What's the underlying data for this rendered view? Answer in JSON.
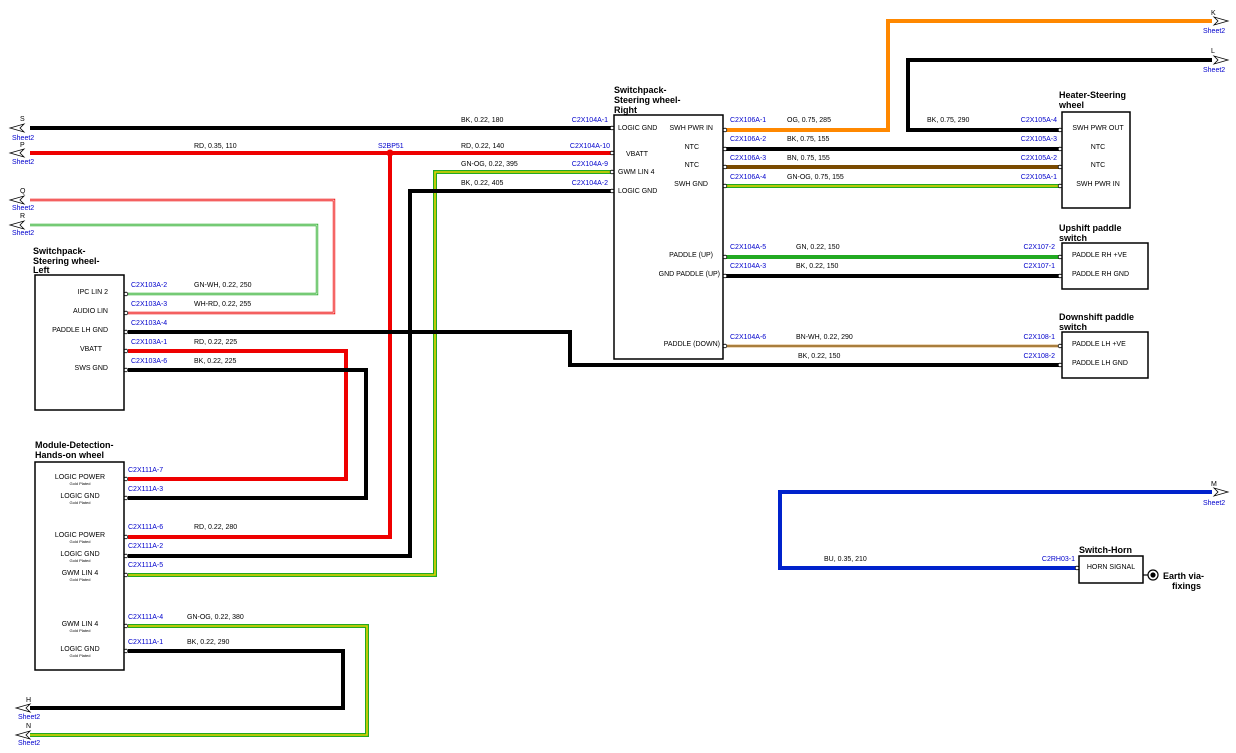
{
  "colors": {
    "black": "#000000",
    "red": "#ee0000",
    "orange": "#ff8800",
    "brown": "#7a4a00",
    "green": "#22aa22",
    "yellow": "#e6d200",
    "blue": "#0022cc",
    "tan": "#d8b27a",
    "white": "#ffffff",
    "label_blue": "#0000cc"
  },
  "components": {
    "sp_right": {
      "title_lines": [
        "Switchpack-",
        "Steering wheel-",
        "Right"
      ],
      "pins": [
        "LOGIC GND",
        "VBATT",
        "GWM LIN 4",
        "LOGIC GND",
        "SWH PWR IN",
        "NTC",
        "NTC",
        "SWH GND",
        "PADDLE (UP)",
        "GND PADDLE (UP)",
        "PADDLE (DOWN)"
      ]
    },
    "heater": {
      "title_lines": [
        "Heater-Steering",
        "wheel"
      ],
      "pins": [
        "SWH PWR OUT",
        "NTC",
        "NTC",
        "SWH PWR IN"
      ]
    },
    "upshift": {
      "title_lines": [
        "Upshift paddle",
        "switch"
      ],
      "pins": [
        "PADDLE RH +VE",
        "PADDLE RH GND"
      ]
    },
    "downshift": {
      "title_lines": [
        "Downshift paddle",
        "switch"
      ],
      "pins": [
        "PADDLE LH +VE",
        "PADDLE LH GND"
      ]
    },
    "sp_left": {
      "title_lines": [
        "Switchpack-",
        "Steering wheel-",
        "Left"
      ],
      "pins": [
        "IPC LIN 2",
        "AUDIO LIN",
        "PADDLE LH GND",
        "VBATT",
        "SWS GND"
      ]
    },
    "module": {
      "title_lines": [
        "Module-Detection-",
        "Hands-on wheel"
      ],
      "pins": [
        "LOGIC POWER",
        "LOGIC GND",
        "LOGIC POWER",
        "LOGIC GND",
        "GWM LIN 4",
        "GWM LIN 4",
        "LOGIC GND"
      ],
      "gold": "Gold Plated"
    },
    "horn": {
      "title": "Switch-Horn",
      "pin": "HORN SIGNAL",
      "earth_lines": [
        "Earth via-",
        "fixings"
      ]
    }
  },
  "offsheet": {
    "sheet": "Sheet2",
    "letters": [
      "S",
      "P",
      "Q",
      "R",
      "K",
      "L",
      "M",
      "H",
      "N"
    ]
  },
  "splice": "S2BP51",
  "connectors": {
    "c2x104a_1": "C2X104A-1",
    "c2x104a_10": "C2X104A-10",
    "c2x104a_9": "C2X104A-9",
    "c2x104a_2": "C2X104A-2",
    "c2x106a_1": "C2X106A-1",
    "c2x106a_2": "C2X106A-2",
    "c2x106a_3": "C2X106A-3",
    "c2x106a_4": "C2X106A-4",
    "c2x105a_4": "C2X105A-4",
    "c2x105a_3": "C2X105A-3",
    "c2x105a_2": "C2X105A-2",
    "c2x105a_1": "C2X105A-1",
    "c2x104a_5": "C2X104A-5",
    "c2x104a_3": "C2X104A-3",
    "c2x104a_6": "C2X104A-6",
    "c2x107_2": "C2X107-2",
    "c2x107_1": "C2X107-1",
    "c2x108_1": "C2X108-1",
    "c2x108_2": "C2X108-2",
    "c2x103a_2": "C2X103A-2",
    "c2x103a_3": "C2X103A-3",
    "c2x103a_4": "C2X103A-4",
    "c2x103a_1": "C2X103A-1",
    "c2x103a_6": "C2X103A-6",
    "c2x111a_7": "C2X111A-7",
    "c2x111a_3": "C2X111A-3",
    "c2x111a_6": "C2X111A-6",
    "c2x111a_2": "C2X111A-2",
    "c2x111a_5": "C2X111A-5",
    "c2x111a_4": "C2X111A-4",
    "c2x111a_1": "C2X111A-1",
    "c2rh03_1": "C2RH03-1"
  },
  "wire_labels": {
    "w_s": "BK,  0.22,  180",
    "w_p": "RD,  0.35,  110",
    "w_p2": "RD,  0.22,  140",
    "w_gnog395": "GN-OG,  0.22,  395",
    "w_bk405": "BK,  0.22,  405",
    "w_og285": "OG,  0.75,  285",
    "w_bk290_l": "BK,  0.75,  290",
    "w_bk155": "BK,  0.75,  155",
    "w_bn155": "BN,  0.75,  155",
    "w_gnog155": "GN-OG,  0.75,  155",
    "w_gn150": "GN,  0.22,  150",
    "w_bk150_up": "BK,  0.22,  150",
    "w_bnwh290": "BN-WH,  0.22,  290",
    "w_bk150_dn": "BK,  0.22,  150",
    "w_gnwh250": "GN-WH,  0.22,  250",
    "w_whrd255": "WH-RD,  0.22,  255",
    "w_rd225": "RD,  0.22,  225",
    "w_bk225": "BK,  0.22,  225",
    "w_rd280": "RD,  0.22,  280",
    "w_gnog380": "GN-OG,  0.22,  380",
    "w_bk290_h": "BK,  0.22,  290",
    "w_bu210": "BU,  0.35,  210"
  }
}
